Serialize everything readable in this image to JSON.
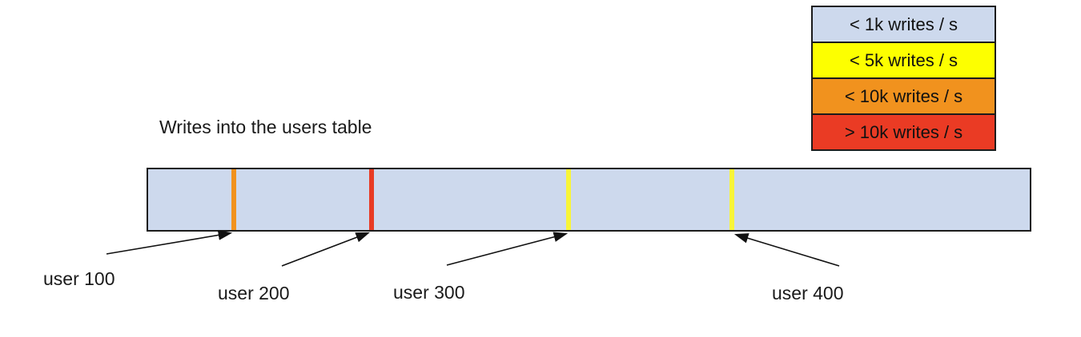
{
  "title": "Writes into the users table",
  "legend": {
    "items": [
      {
        "label": "< 1k writes / s",
        "color": "#cdd9ed"
      },
      {
        "label": "< 5k writes / s",
        "color": "#fdff00"
      },
      {
        "label": "< 10k writes / s",
        "color": "#f1921e"
      },
      {
        "label": "> 10k writes / s",
        "color": "#ea3b24"
      }
    ]
  },
  "bar": {
    "fill": "#cdd9ed",
    "markers": [
      {
        "label": "user 100",
        "write_rate": "< 10k writes / s",
        "color": "#f1921e",
        "position_pct": 9.7
      },
      {
        "label": "user 200",
        "write_rate": "> 10k writes / s",
        "color": "#e83b24",
        "position_pct": 25.3
      },
      {
        "label": "user 300",
        "write_rate": "< 5k writes / s",
        "color": "#f8f538",
        "position_pct": 47.7
      },
      {
        "label": "user 400",
        "write_rate": "< 5k writes / s",
        "color": "#f8f538",
        "position_pct": 66.2
      }
    ]
  }
}
